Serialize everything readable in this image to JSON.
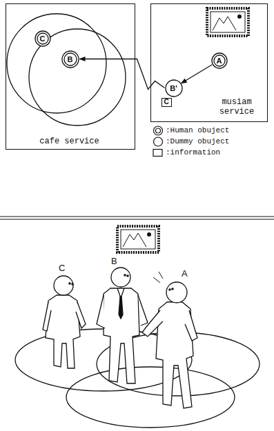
{
  "diagram": {
    "nodes": [
      {
        "text": [
          "cafe service"
        ]
      },
      {
        "text": [
          "C"
        ],
        "in": 0
      },
      {
        "text": [
          "B"
        ],
        "in": 0
      },
      {
        "text": [
          "musiam service"
        ]
      },
      {
        "text": [
          "A"
        ],
        "in": 3
      },
      {
        "text": [
          "B'"
        ],
        "in": 3
      },
      {
        "text": [
          "C"
        ],
        "in": 3
      }
    ],
    "edges": [
      {
        "from": 4,
        "to": 5,
        "arrow": "to"
      },
      {
        "from": 5,
        "to": 2,
        "arrow": "to"
      }
    ],
    "labels": [
      "C",
      "B",
      "A"
    ],
    "legend": [
      {
        "text": ":Human obuject"
      },
      {
        "text": ":Dummy obuject"
      },
      {
        "text": ":information"
      }
    ]
  }
}
